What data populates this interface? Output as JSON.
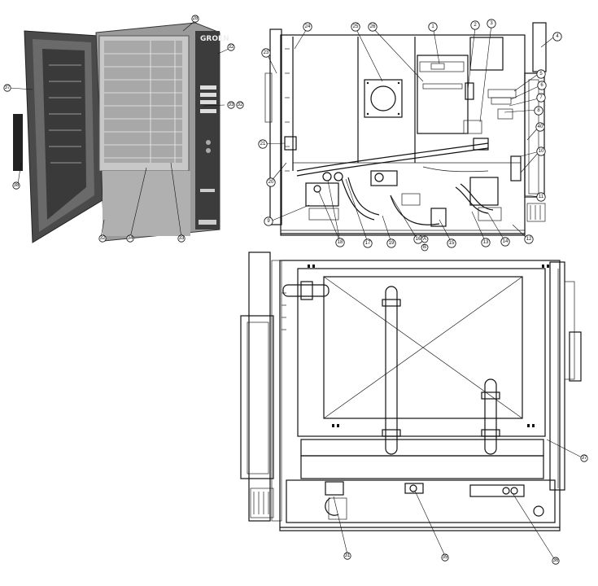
{
  "photo": {
    "brand_text": "GROEN",
    "callouts": [
      "28",
      "32",
      "37",
      "33",
      "32",
      "38",
      "32",
      "34",
      "33"
    ]
  },
  "top_view": {
    "callouts": [
      "1",
      "2",
      "3",
      "4",
      "5",
      "6",
      "7",
      "8",
      "9",
      "10",
      "11",
      "12",
      "13",
      "14",
      "15",
      "16",
      "17",
      "18",
      "19",
      "20",
      "21",
      "23",
      "24",
      "25",
      "26",
      "40"
    ],
    "callout_16_sub": [
      "A",
      "B"
    ]
  },
  "side_view": {
    "callouts": [
      "31",
      "35",
      "36",
      "37"
    ]
  }
}
